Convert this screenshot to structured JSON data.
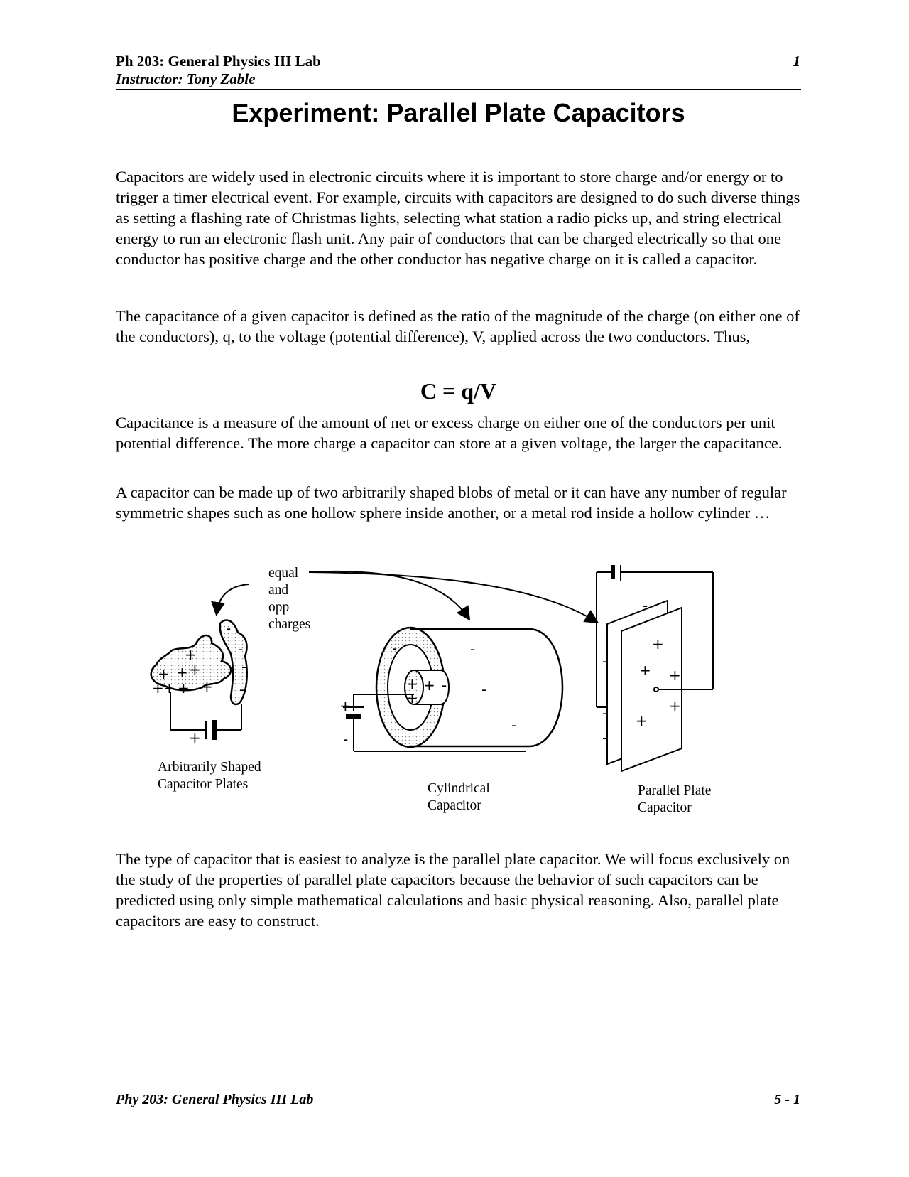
{
  "header": {
    "course": "Ph 203:  General Physics III Lab",
    "page_number": "1",
    "instructor": "Instructor:  Tony Zable"
  },
  "title": "Experiment: Parallel Plate Capacitors",
  "paragraphs": {
    "intro": "Capacitors are widely used in electronic circuits where it is important to store charge and/or energy or to trigger a timer electrical event.  For example, circuits with capacitors are designed to do such diverse things as setting a flashing rate of Christmas lights, selecting what station a radio picks up, and string electrical energy to run an electronic flash unit.  Any pair of conductors that can be charged electrically so that one conductor has positive charge and the other conductor has negative charge on it is called a capacitor.",
    "definition": "The capacitance of a given capacitor is defined as the ratio of the magnitude of the charge (on either one of the conductors), q, to the voltage (potential difference), V, applied across the two conductors. Thus,",
    "measure": "Capacitance is a measure of the amount of net or excess charge on either one of the conductors per unit potential difference.  The more charge a capacitor can store at a given voltage, the larger the capacitance.",
    "shapes": "A capacitor can be made up of two arbitrarily shaped blobs of metal or it can have any number of regular symmetric shapes such as one hollow sphere inside another, or a metal rod inside a hollow cylinder …",
    "focus": "The type of capacitor that is easiest to analyze is the parallel plate capacitor.  We will focus exclusively on the study of the properties of parallel plate capacitors because the behavior of such capacitors can be predicted using only simple mathematical calculations and basic physical reasoning.  Also, parallel plate capacitors are easy to construct."
  },
  "formula": "C = q/V",
  "figure": {
    "annotation": [
      "equal",
      "and",
      "opp",
      "charges"
    ],
    "arbitrary_label": [
      "Arbitrarily Shaped",
      "Capacitor Plates"
    ],
    "cylindrical_label": [
      "Cylindrical",
      "Capacitor"
    ],
    "parallel_label": [
      "Parallel Plate",
      "Capacitor"
    ]
  },
  "footer": {
    "left": "Phy 203: General Physics III Lab",
    "right": "5 - 1"
  }
}
